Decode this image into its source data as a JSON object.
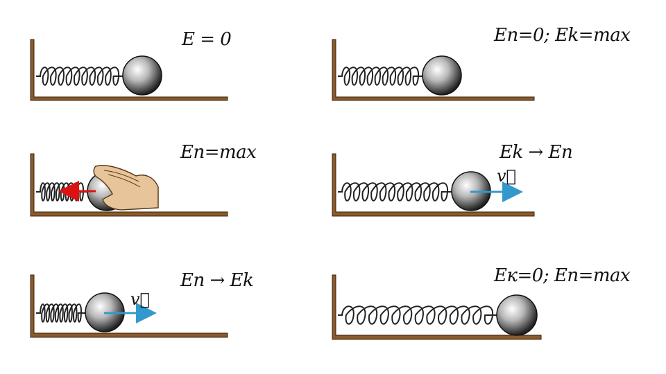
{
  "panels": [
    {
      "id": "p1",
      "formula": "E = 0"
    },
    {
      "id": "p2",
      "formula": "Eп=0; Ek=max"
    },
    {
      "id": "p3",
      "formula": "Eп=max"
    },
    {
      "id": "p4",
      "formula": "Ek → Eп",
      "velocity": "v⃗"
    },
    {
      "id": "p5",
      "formula": "Eп → Ek",
      "velocity": "v⃗"
    },
    {
      "id": "p6",
      "formula": "Eк=0; Eп=max"
    }
  ],
  "colors": {
    "frame": "#8b5a2b",
    "velocity_arrow": "#3399cc",
    "force_arrow": "#dd1111",
    "hand": "#e8c49a"
  }
}
